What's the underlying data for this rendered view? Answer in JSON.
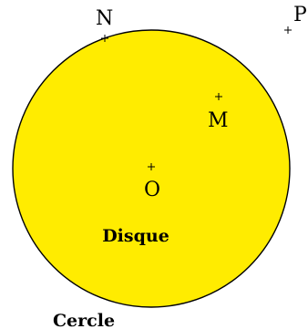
{
  "colors": {
    "disk_fill": "#ffec00",
    "outline": "#000000",
    "background": "#ffffff"
  },
  "points": {
    "N": "N",
    "P": "P",
    "M": "M",
    "O": "O"
  },
  "labels": {
    "disk": "Disque",
    "circle": "Cercle"
  }
}
